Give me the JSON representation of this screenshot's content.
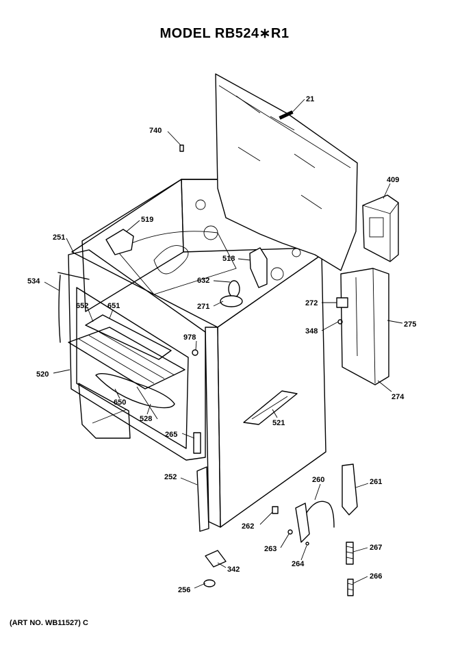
{
  "title": "MODEL RB524∗R1",
  "art_number": "(ART NO. WB11527) C",
  "callouts": [
    {
      "id": "c21",
      "text": "21"
    },
    {
      "id": "c740",
      "text": "740"
    },
    {
      "id": "c409",
      "text": "409"
    },
    {
      "id": "c519",
      "text": "519"
    },
    {
      "id": "c251a",
      "text": "251"
    },
    {
      "id": "c518",
      "text": "518"
    },
    {
      "id": "c534",
      "text": "534"
    },
    {
      "id": "c632",
      "text": "632"
    },
    {
      "id": "c652",
      "text": "652"
    },
    {
      "id": "c651",
      "text": "651"
    },
    {
      "id": "c271",
      "text": "271"
    },
    {
      "id": "c272",
      "text": "272"
    },
    {
      "id": "c275",
      "text": "275"
    },
    {
      "id": "c348",
      "text": "348"
    },
    {
      "id": "c978",
      "text": "978"
    },
    {
      "id": "c520",
      "text": "520"
    },
    {
      "id": "c274",
      "text": "274"
    },
    {
      "id": "c650",
      "text": "650"
    },
    {
      "id": "c528",
      "text": "528"
    },
    {
      "id": "c521",
      "text": "521"
    },
    {
      "id": "c265",
      "text": "265"
    },
    {
      "id": "c252",
      "text": "252"
    },
    {
      "id": "c260",
      "text": "260"
    },
    {
      "id": "c261b",
      "text": "261"
    },
    {
      "id": "c262",
      "text": "262"
    },
    {
      "id": "c263",
      "text": "263"
    },
    {
      "id": "c264",
      "text": "264"
    },
    {
      "id": "c267",
      "text": "267"
    },
    {
      "id": "c342",
      "text": "342"
    },
    {
      "id": "c266",
      "text": "266"
    },
    {
      "id": "c256",
      "text": "256"
    }
  ]
}
